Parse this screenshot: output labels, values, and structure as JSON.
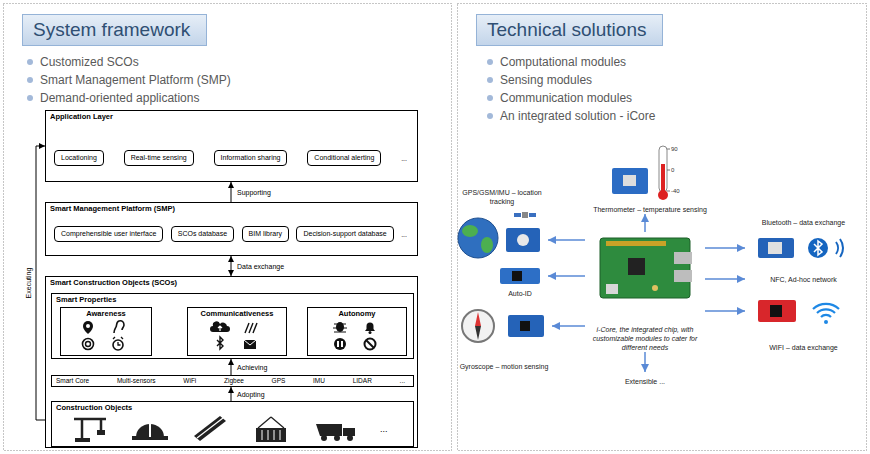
{
  "diagram": {
    "nodes": [
      {
        "text": [
          "System framework"
        ]
      },
      {
        "text": [
          "Application Layer",
          "..."
        ]
      },
      {
        "text": [
          "Locationing"
        ],
        "in": 1
      },
      {
        "text": [
          "Real-time sensing"
        ],
        "in": 1
      },
      {
        "text": [
          "Information sharing"
        ],
        "in": 1
      },
      {
        "text": [
          "Conditional alerting"
        ],
        "in": 1
      },
      {
        "text": [
          "Smart Management Platform (SMP)",
          "..."
        ]
      },
      {
        "text": [
          "Comprehensible user interface"
        ],
        "in": 6
      },
      {
        "text": [
          "SCOs database"
        ],
        "in": 6
      },
      {
        "text": [
          "BIM library"
        ],
        "in": 6
      },
      {
        "text": [
          "Decision-support database"
        ],
        "in": 6
      },
      {
        "text": [
          "Smart Construction Objects (SCOs)"
        ]
      },
      {
        "text": [
          "Smart Properties"
        ],
        "in": 11
      },
      {
        "text": [
          "Awareness"
        ],
        "in": 12
      },
      {
        "text": [
          "Communicativeness"
        ],
        "in": 12
      },
      {
        "text": [
          "Autonomy"
        ],
        "in": 12
      },
      {
        "text": [
          "Smart Core",
          "Multi-sensors",
          "WiFi",
          "Zigbee",
          "GPS",
          "IMU",
          "LIDAR",
          "..."
        ],
        "in": 11
      },
      {
        "text": [
          "Construction Objects",
          "..."
        ],
        "in": 11
      },
      {
        "text": [
          "Technical solutions"
        ]
      },
      {
        "text": [
          "Thermometer – temperature sensing"
        ]
      },
      {
        "text": [
          "GPS/GSM/IMU – location tracking"
        ]
      },
      {
        "text": [
          "Bluetooth – data exchange"
        ]
      },
      {
        "text": [
          "Auto-ID"
        ]
      },
      {
        "text": [
          "i-Core, the integrated chip, with customizable modules to cater for different needs"
        ]
      },
      {
        "text": [
          "NFC, Ad-hoc network"
        ]
      },
      {
        "text": [
          "Gyroscope – motion sensing"
        ]
      },
      {
        "text": [
          "WIFI – data exchange"
        ]
      },
      {
        "text": [
          "Extensible ..."
        ]
      }
    ],
    "edges": [
      {
        "from": 6,
        "to": 1,
        "label": "Supporting",
        "arrow": "to"
      },
      {
        "from": 6,
        "to": 11,
        "label": "Data exchange",
        "arrow": "both"
      },
      {
        "from": 16,
        "to": 12,
        "label": "Achieving",
        "arrow": "to"
      },
      {
        "from": 17,
        "to": 16,
        "label": "Adopting",
        "arrow": "to"
      },
      {
        "from": 11,
        "to": 1,
        "label": "Executing",
        "arrow": "to"
      },
      {
        "from": 23,
        "to": 19,
        "arrow": "to"
      },
      {
        "from": 23,
        "to": 20,
        "arrow": "to"
      },
      {
        "from": 23,
        "to": 22,
        "arrow": "to"
      },
      {
        "from": 23,
        "to": 25,
        "arrow": "to"
      },
      {
        "from": 23,
        "to": 21,
        "arrow": "to"
      },
      {
        "from": 23,
        "to": 24,
        "arrow": "to"
      },
      {
        "from": 23,
        "to": 26,
        "arrow": "to"
      },
      {
        "from": 23,
        "to": 27,
        "arrow": "to"
      }
    ],
    "labels": [
      "Customized SCOs",
      "Smart Management Platform (SMP)",
      "Demand-oriented applications",
      "Computational modules",
      "Sensing modules",
      "Communication modules",
      "An integrated solution - iCore",
      "90",
      "0",
      "-40"
    ]
  }
}
